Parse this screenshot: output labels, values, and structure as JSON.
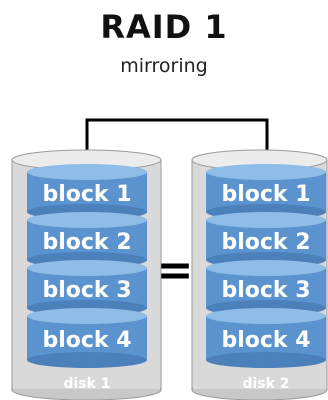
{
  "title": "RAID 1",
  "subtitle": "mirroring",
  "equals_sign": "=",
  "disks": [
    {
      "label": "disk 1",
      "blocks": [
        {
          "word": "block",
          "num": "1"
        },
        {
          "word": "block",
          "num": "2"
        },
        {
          "word": "block",
          "num": "3"
        },
        {
          "word": "block",
          "num": "4"
        }
      ]
    },
    {
      "label": "disk 2",
      "blocks": [
        {
          "word": "block",
          "num": "1"
        },
        {
          "word": "block",
          "num": "2"
        },
        {
          "word": "block",
          "num": "3"
        },
        {
          "word": "block",
          "num": "4"
        }
      ]
    }
  ],
  "colors": {
    "block_fill": "#5b93cf",
    "block_top": "#8fbde8",
    "block_edge": "#2f6aa8",
    "disk_body": "#d9d9d9",
    "disk_edge": "#9a9a9a",
    "connector": "#000000"
  }
}
